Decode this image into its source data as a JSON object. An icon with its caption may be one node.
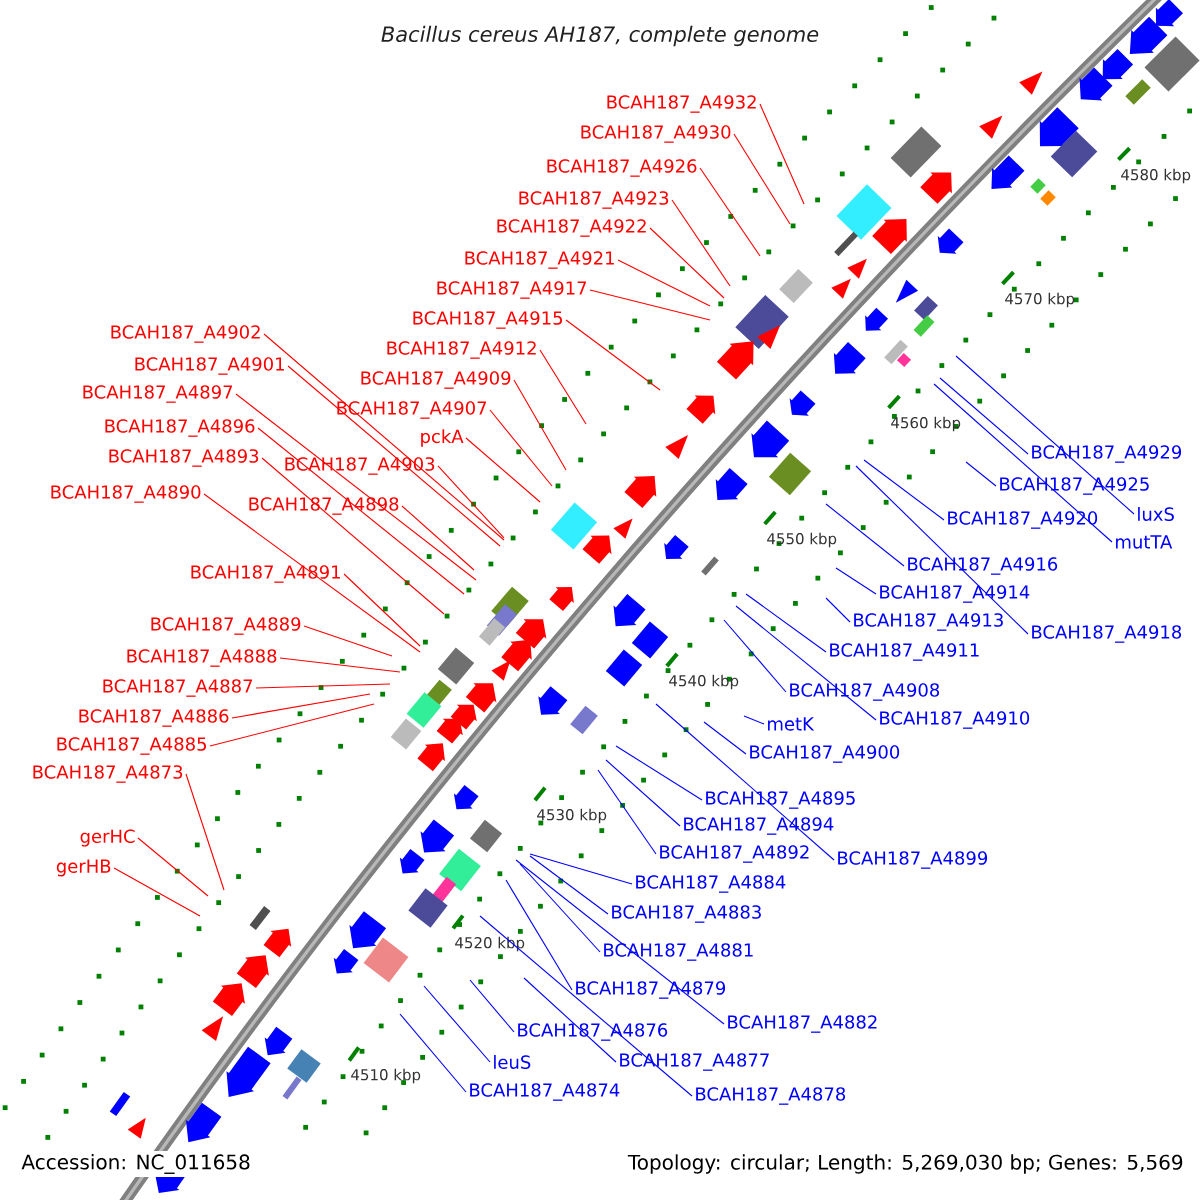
{
  "diagram": {
    "title": "Bacillus cereus AH187, complete genome",
    "nodes": [
      {
        "text": [
          "BCAH187_A4932"
        ]
      },
      {
        "text": [
          "BCAH187_A4930"
        ]
      },
      {
        "text": [
          "BCAH187_A4926"
        ]
      },
      {
        "text": [
          "BCAH187_A4923"
        ]
      },
      {
        "text": [
          "BCAH187_A4922"
        ]
      },
      {
        "text": [
          "BCAH187_A4921"
        ]
      },
      {
        "text": [
          "BCAH187_A4917"
        ]
      },
      {
        "text": [
          "BCAH187_A4915"
        ]
      },
      {
        "text": [
          "BCAH187_A4902"
        ]
      },
      {
        "text": [
          "BCAH187_A4912"
        ]
      },
      {
        "text": [
          "BCAH187_A4901"
        ]
      },
      {
        "text": [
          "BCAH187_A4909"
        ]
      },
      {
        "text": [
          "BCAH187_A4897"
        ]
      },
      {
        "text": [
          "BCAH187_A4907"
        ]
      },
      {
        "text": [
          "BCAH187_A4896"
        ]
      },
      {
        "text": [
          "pckA"
        ]
      },
      {
        "text": [
          "BCAH187_A4893"
        ]
      },
      {
        "text": [
          "BCAH187_A4903"
        ]
      },
      {
        "text": [
          "BCAH187_A4890"
        ]
      },
      {
        "text": [
          "BCAH187_A4898"
        ]
      },
      {
        "text": [
          "BCAH187_A4891"
        ]
      },
      {
        "text": [
          "BCAH187_A4889"
        ]
      },
      {
        "text": [
          "BCAH187_A4888"
        ]
      },
      {
        "text": [
          "BCAH187_A4887"
        ]
      },
      {
        "text": [
          "BCAH187_A4886"
        ]
      },
      {
        "text": [
          "BCAH187_A4885"
        ]
      },
      {
        "text": [
          "BCAH187_A4873"
        ]
      },
      {
        "text": [
          "gerHC"
        ]
      },
      {
        "text": [
          "gerHB"
        ]
      },
      {
        "text": [
          "BCAH187_A4929"
        ]
      },
      {
        "text": [
          "BCAH187_A4925"
        ]
      },
      {
        "text": [
          "luxS"
        ]
      },
      {
        "text": [
          "BCAH187_A4920"
        ]
      },
      {
        "text": [
          "mutTA"
        ]
      },
      {
        "text": [
          "BCAH187_A4916"
        ]
      },
      {
        "text": [
          "BCAH187_A4914"
        ]
      },
      {
        "text": [
          "BCAH187_A4913"
        ]
      },
      {
        "text": [
          "BCAH187_A4918"
        ]
      },
      {
        "text": [
          "BCAH187_A4911"
        ]
      },
      {
        "text": [
          "BCAH187_A4908"
        ]
      },
      {
        "text": [
          "BCAH187_A4910"
        ]
      },
      {
        "text": [
          "metK"
        ]
      },
      {
        "text": [
          "BCAH187_A4900"
        ]
      },
      {
        "text": [
          "BCAH187_A4895"
        ]
      },
      {
        "text": [
          "BCAH187_A4894"
        ]
      },
      {
        "text": [
          "BCAH187_A4892"
        ]
      },
      {
        "text": [
          "BCAH187_A4899"
        ]
      },
      {
        "text": [
          "BCAH187_A4884"
        ]
      },
      {
        "text": [
          "BCAH187_A4883"
        ]
      },
      {
        "text": [
          "BCAH187_A4881"
        ]
      },
      {
        "text": [
          "BCAH187_A4879"
        ]
      },
      {
        "text": [
          "BCAH187_A4882"
        ]
      },
      {
        "text": [
          "BCAH187_A4876"
        ]
      },
      {
        "text": [
          "BCAH187_A4877"
        ]
      },
      {
        "text": [
          "leuS"
        ]
      },
      {
        "text": [
          "BCAH187_A4874"
        ]
      },
      {
        "text": [
          "BCAH187_A4878"
        ]
      }
    ],
    "edges": [
      {
        "from": 0,
        "to": null,
        "arrow": "none",
        "color": "#ff0000"
      },
      {
        "from": 1,
        "to": null,
        "arrow": "none",
        "color": "#ff0000"
      },
      {
        "from": 2,
        "to": null,
        "arrow": "none",
        "color": "#ff0000"
      },
      {
        "from": 3,
        "to": null,
        "arrow": "none",
        "color": "#ff0000"
      },
      {
        "from": 4,
        "to": null,
        "arrow": "none",
        "color": "#ff0000"
      },
      {
        "from": 5,
        "to": null,
        "arrow": "none",
        "color": "#ff0000"
      },
      {
        "from": 6,
        "to": null,
        "arrow": "none",
        "color": "#ff0000"
      },
      {
        "from": 7,
        "to": null,
        "arrow": "none",
        "color": "#ff0000"
      },
      {
        "from": 8,
        "to": null,
        "arrow": "none",
        "color": "#ff0000"
      },
      {
        "from": 9,
        "to": null,
        "arrow": "none",
        "color": "#ff0000"
      },
      {
        "from": 10,
        "to": null,
        "arrow": "none",
        "color": "#ff0000"
      },
      {
        "from": 11,
        "to": null,
        "arrow": "none",
        "color": "#ff0000"
      },
      {
        "from": 12,
        "to": null,
        "arrow": "none",
        "color": "#ff0000"
      },
      {
        "from": 13,
        "to": null,
        "arrow": "none",
        "color": "#ff0000"
      },
      {
        "from": 14,
        "to": null,
        "arrow": "none",
        "color": "#ff0000"
      },
      {
        "from": 15,
        "to": null,
        "arrow": "none",
        "color": "#ff0000"
      },
      {
        "from": 16,
        "to": null,
        "arrow": "none",
        "color": "#ff0000"
      },
      {
        "from": 17,
        "to": null,
        "arrow": "none",
        "color": "#ff0000"
      },
      {
        "from": 18,
        "to": null,
        "arrow": "none",
        "color": "#ff0000"
      },
      {
        "from": 19,
        "to": null,
        "arrow": "none",
        "color": "#ff0000"
      },
      {
        "from": 20,
        "to": null,
        "arrow": "none",
        "color": "#ff0000"
      },
      {
        "from": 21,
        "to": null,
        "arrow": "none",
        "color": "#ff0000"
      },
      {
        "from": 22,
        "to": null,
        "arrow": "none",
        "color": "#ff0000"
      },
      {
        "from": 23,
        "to": null,
        "arrow": "none",
        "color": "#ff0000"
      },
      {
        "from": 24,
        "to": null,
        "arrow": "none",
        "color": "#ff0000"
      },
      {
        "from": 25,
        "to": null,
        "arrow": "none",
        "color": "#ff0000"
      },
      {
        "from": 26,
        "to": null,
        "arrow": "none",
        "color": "#ff0000"
      },
      {
        "from": 27,
        "to": null,
        "arrow": "none",
        "color": "#ff0000"
      },
      {
        "from": 28,
        "to": null,
        "arrow": "none",
        "color": "#ff0000"
      },
      {
        "from": 29,
        "to": null,
        "arrow": "none",
        "color": "#0000ff"
      },
      {
        "from": 30,
        "to": null,
        "arrow": "none",
        "color": "#0000ff"
      },
      {
        "from": 31,
        "to": null,
        "arrow": "none",
        "color": "#0000ff"
      },
      {
        "from": 32,
        "to": null,
        "arrow": "none",
        "color": "#0000ff"
      },
      {
        "from": 33,
        "to": null,
        "arrow": "none",
        "color": "#0000ff"
      },
      {
        "from": 34,
        "to": null,
        "arrow": "none",
        "color": "#0000ff"
      },
      {
        "from": 35,
        "to": null,
        "arrow": "none",
        "color": "#0000ff"
      },
      {
        "from": 36,
        "to": null,
        "arrow": "none",
        "color": "#0000ff"
      },
      {
        "from": 37,
        "to": null,
        "arrow": "none",
        "color": "#0000ff"
      },
      {
        "from": 38,
        "to": null,
        "arrow": "none",
        "color": "#0000ff"
      },
      {
        "from": 39,
        "to": null,
        "arrow": "none",
        "color": "#0000ff"
      },
      {
        "from": 40,
        "to": null,
        "arrow": "none",
        "color": "#0000ff"
      },
      {
        "from": 41,
        "to": null,
        "arrow": "none",
        "color": "#0000ff"
      },
      {
        "from": 42,
        "to": null,
        "arrow": "none",
        "color": "#0000ff"
      },
      {
        "from": 43,
        "to": null,
        "arrow": "none",
        "color": "#0000ff"
      },
      {
        "from": 44,
        "to": null,
        "arrow": "none",
        "color": "#0000ff"
      },
      {
        "from": 45,
        "to": null,
        "arrow": "none",
        "color": "#0000ff"
      },
      {
        "from": 46,
        "to": null,
        "arrow": "none",
        "color": "#0000ff"
      },
      {
        "from": 47,
        "to": null,
        "arrow": "none",
        "color": "#0000ff"
      },
      {
        "from": 48,
        "to": null,
        "arrow": "none",
        "color": "#0000ff"
      },
      {
        "from": 49,
        "to": null,
        "arrow": "none",
        "color": "#0000ff"
      },
      {
        "from": 50,
        "to": null,
        "arrow": "none",
        "color": "#0000ff"
      },
      {
        "from": 51,
        "to": null,
        "arrow": "none",
        "color": "#0000ff"
      },
      {
        "from": 52,
        "to": null,
        "arrow": "none",
        "color": "#0000ff"
      },
      {
        "from": 53,
        "to": null,
        "arrow": "none",
        "color": "#0000ff"
      },
      {
        "from": 54,
        "to": null,
        "arrow": "none",
        "color": "#0000ff"
      },
      {
        "from": 55,
        "to": null,
        "arrow": "none",
        "color": "#0000ff"
      },
      {
        "from": 56,
        "to": null,
        "arrow": "none",
        "color": "#0000ff"
      }
    ],
    "labels": [
      "4580 kbp",
      "4570 kbp",
      "4560 kbp",
      "4550 kbp",
      "4540 kbp",
      "4530 kbp",
      "4520 kbp",
      "4510 kbp",
      "Accession: NC_011658",
      "Topology: circular; Length: 5,269,030 bp; Genes: 5,569"
    ]
  }
}
